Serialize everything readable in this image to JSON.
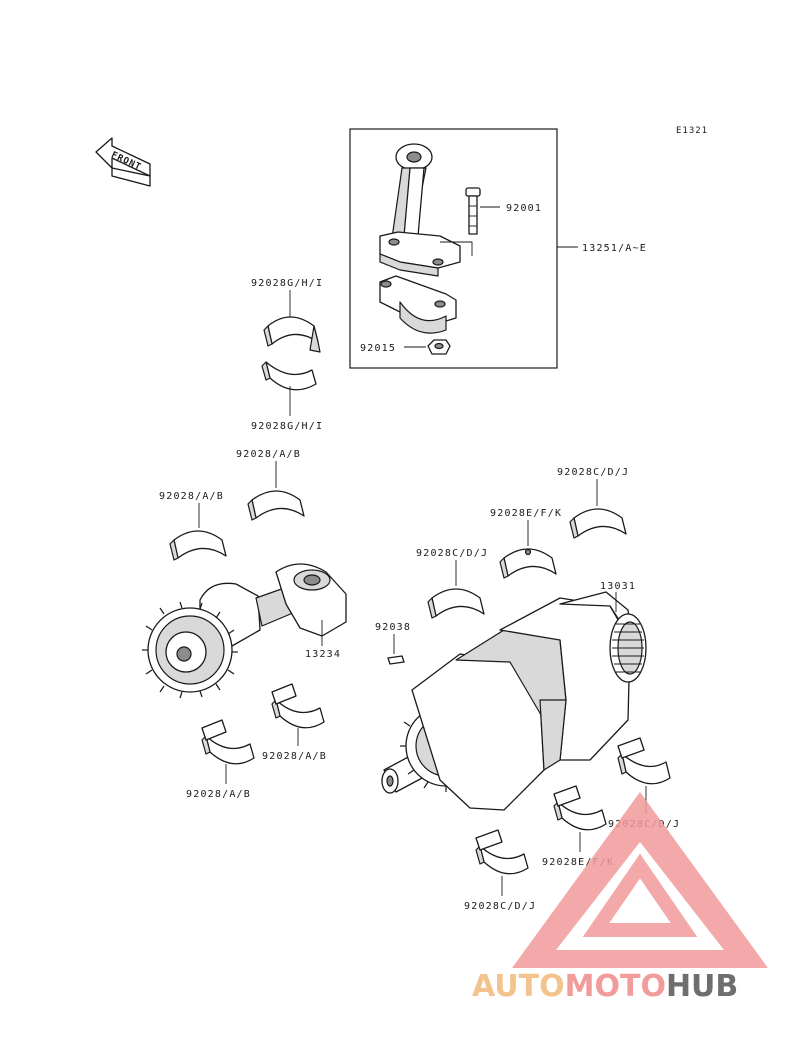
{
  "diagram_code": "E1321",
  "front_label": "FRONT",
  "parts": {
    "conrod_assembly": "13251/A~E",
    "conrod_bolt": "92001",
    "conrod_nut": "92015",
    "crankpin_bearing_upper": "92028G/H/I",
    "crankpin_bearing_lower": "92028G/H/I",
    "balancer_bearing_1": "92028/A/B",
    "balancer_bearing_2": "92028/A/B",
    "balancer_bearing_3": "92028/A/B",
    "balancer_bearing_4": "92028/A/B",
    "balancer_shaft": "13234",
    "key": "92038",
    "crankshaft": "13031",
    "main_bearing_cdj_1": "92028C/D/J",
    "main_bearing_cdj_2": "92028C/D/J",
    "main_bearing_cdj_3": "92028C/D/J",
    "main_bearing_cdj_4": "92028C/D/J",
    "main_bearing_efk_1": "92028E/F/K",
    "main_bearing_efk_2": "92028E/F/K"
  },
  "watermark": {
    "part1": "AUTO",
    "part2": "MOTO",
    "part3": "HUB",
    "color_light": "#f2b87a",
    "color_mid": "#f08a8a",
    "color_dark": "#555555",
    "triangle_color": "#f29b9b"
  }
}
